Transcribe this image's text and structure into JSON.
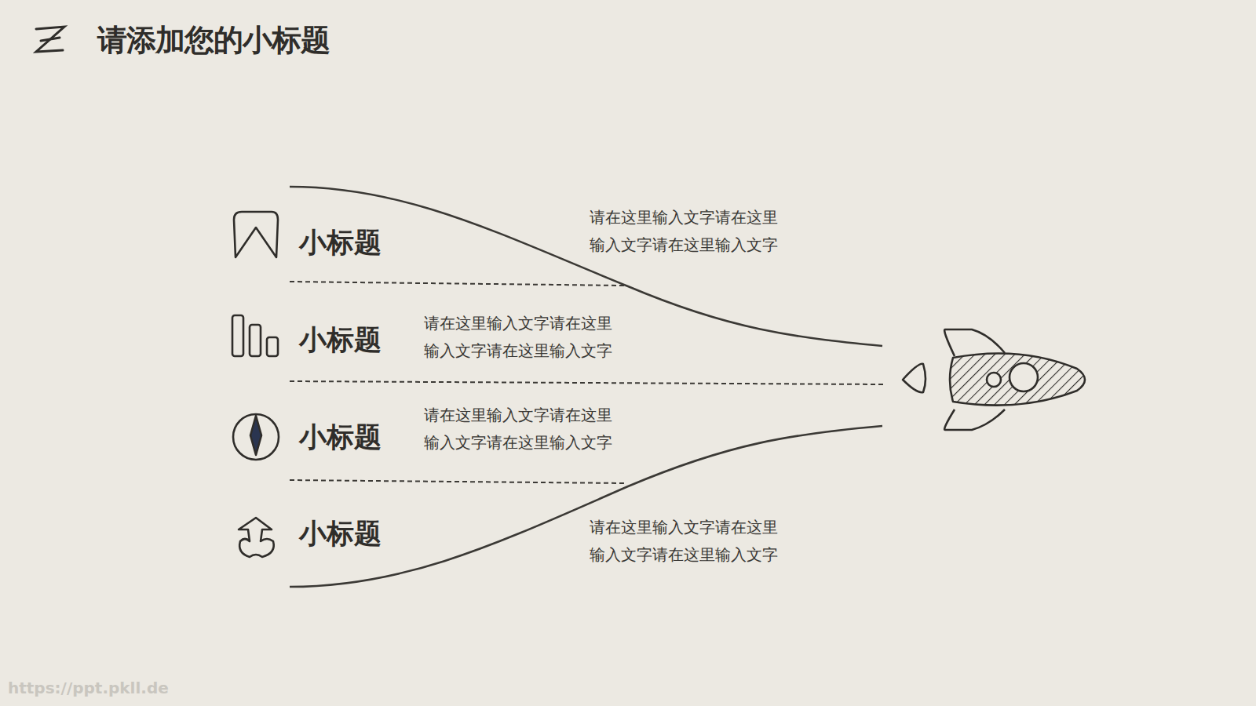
{
  "diagram": {
    "title": "请添加您的小标题",
    "labels": [
      "小标题",
      "请在这里输入文字请在这里 输入文字请在这里输入文字",
      "小标题",
      "请在这里输入文字请在这里 输入文字请在这里输入文字",
      "小标题",
      "请在这里输入文字请在这里 输入文字请在这里输入文字",
      "小标题",
      "请在这里输入文字请在这里 输入文字请在这里输入文字",
      "https://ppt.pkll.de"
    ]
  }
}
